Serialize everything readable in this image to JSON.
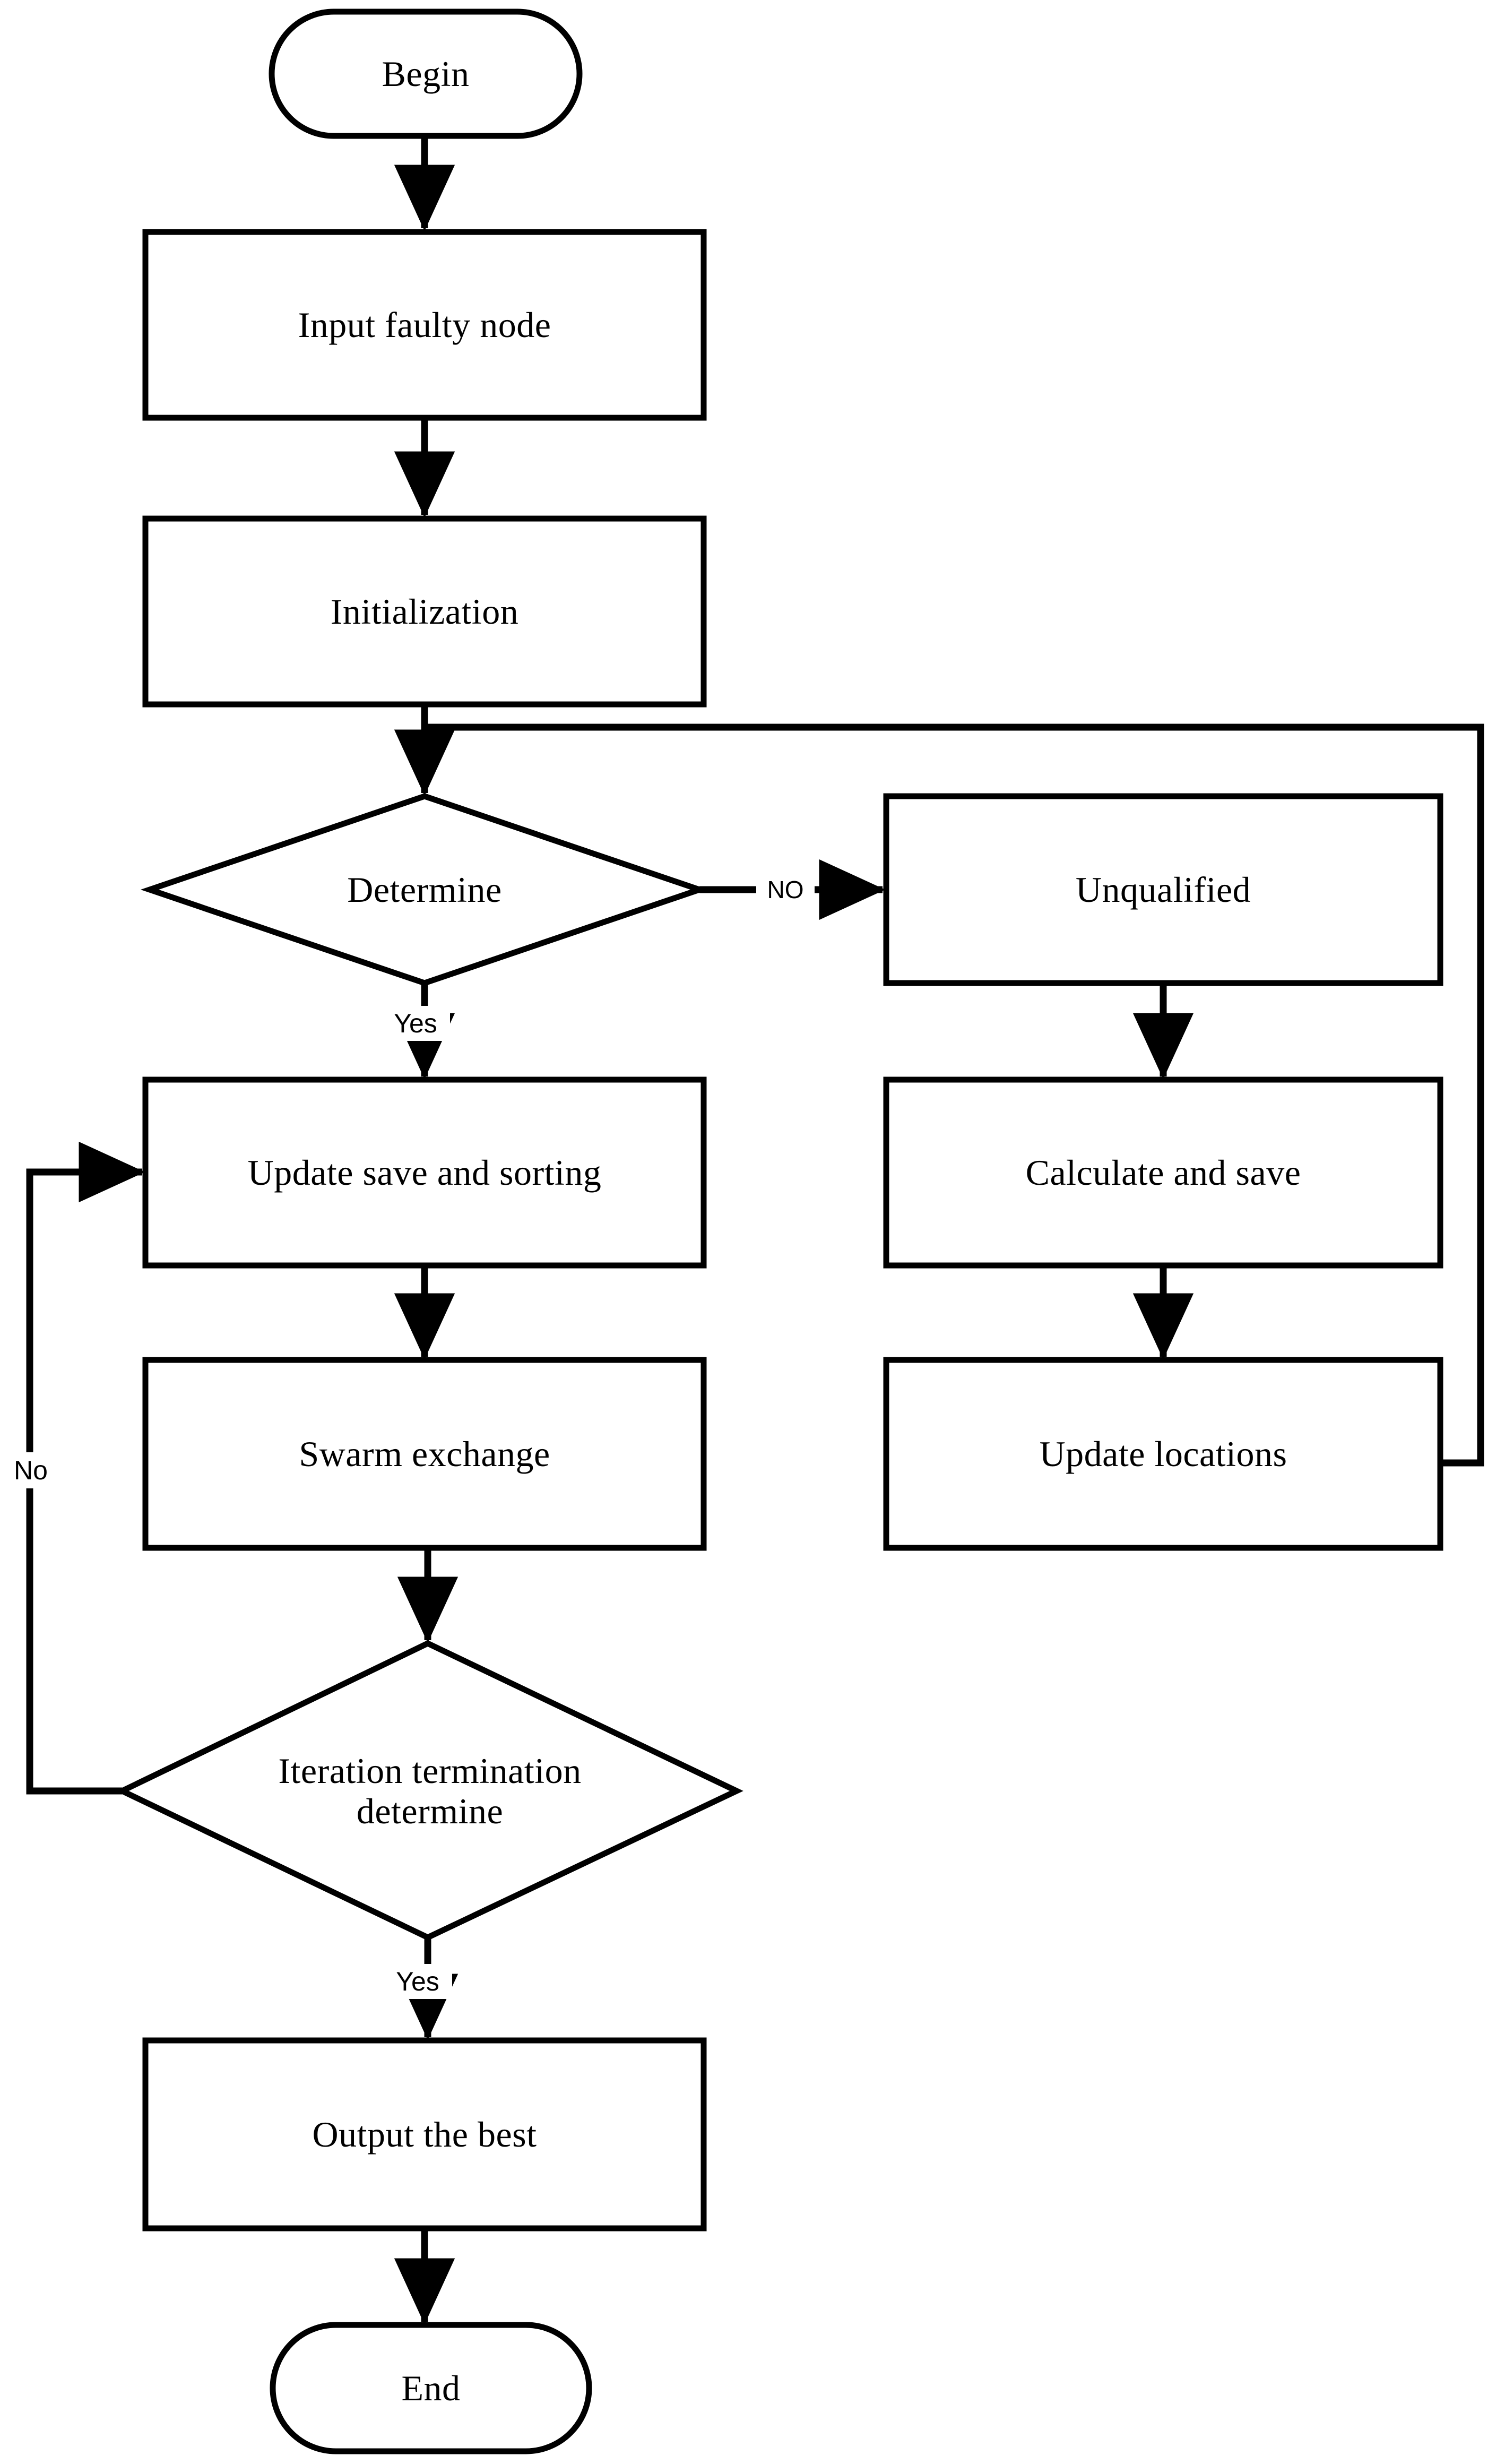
{
  "diagram": {
    "type": "flowchart",
    "orientation": "top-to-bottom",
    "background_color": "#ffffff",
    "line_color": "#000000",
    "text_color": "#000000",
    "nodes": [
      {
        "id": "begin",
        "shape": "terminator",
        "label": "Begin"
      },
      {
        "id": "input",
        "shape": "process",
        "label": "Input faulty node"
      },
      {
        "id": "init",
        "shape": "process",
        "label": "Initialization"
      },
      {
        "id": "determine",
        "shape": "decision",
        "label": "Determine"
      },
      {
        "id": "unqualified",
        "shape": "process",
        "label": "Unqualified"
      },
      {
        "id": "update_sort",
        "shape": "process",
        "label": "Update save and sorting"
      },
      {
        "id": "calc_save",
        "shape": "process",
        "label": "Calculate and save"
      },
      {
        "id": "swarm",
        "shape": "process",
        "label": "Swarm exchange"
      },
      {
        "id": "update_loc",
        "shape": "process",
        "label": "Update locations"
      },
      {
        "id": "iter_term",
        "shape": "decision",
        "label": "Iteration termination\ndetermine"
      },
      {
        "id": "output_best",
        "shape": "process",
        "label": "Output the best"
      },
      {
        "id": "end",
        "shape": "terminator",
        "label": "End"
      }
    ],
    "edges": [
      {
        "from": "begin",
        "to": "input",
        "label": ""
      },
      {
        "from": "input",
        "to": "init",
        "label": ""
      },
      {
        "from": "init",
        "to": "determine",
        "label": ""
      },
      {
        "from": "determine",
        "to": "unqualified",
        "label": "NO"
      },
      {
        "from": "determine",
        "to": "update_sort",
        "label": "Yes"
      },
      {
        "from": "unqualified",
        "to": "calc_save",
        "label": ""
      },
      {
        "from": "calc_save",
        "to": "update_loc",
        "label": ""
      },
      {
        "from": "update_loc",
        "to": "determine",
        "label": ""
      },
      {
        "from": "update_sort",
        "to": "swarm",
        "label": ""
      },
      {
        "from": "swarm",
        "to": "iter_term",
        "label": ""
      },
      {
        "from": "iter_term",
        "to": "update_sort",
        "label": "No"
      },
      {
        "from": "iter_term",
        "to": "output_best",
        "label": "Yes"
      },
      {
        "from": "output_best",
        "to": "end",
        "label": ""
      }
    ],
    "edge_labels": {
      "determine_no": "NO",
      "determine_yes": "Yes",
      "iter_no": "No",
      "iter_yes": "Yes"
    }
  }
}
